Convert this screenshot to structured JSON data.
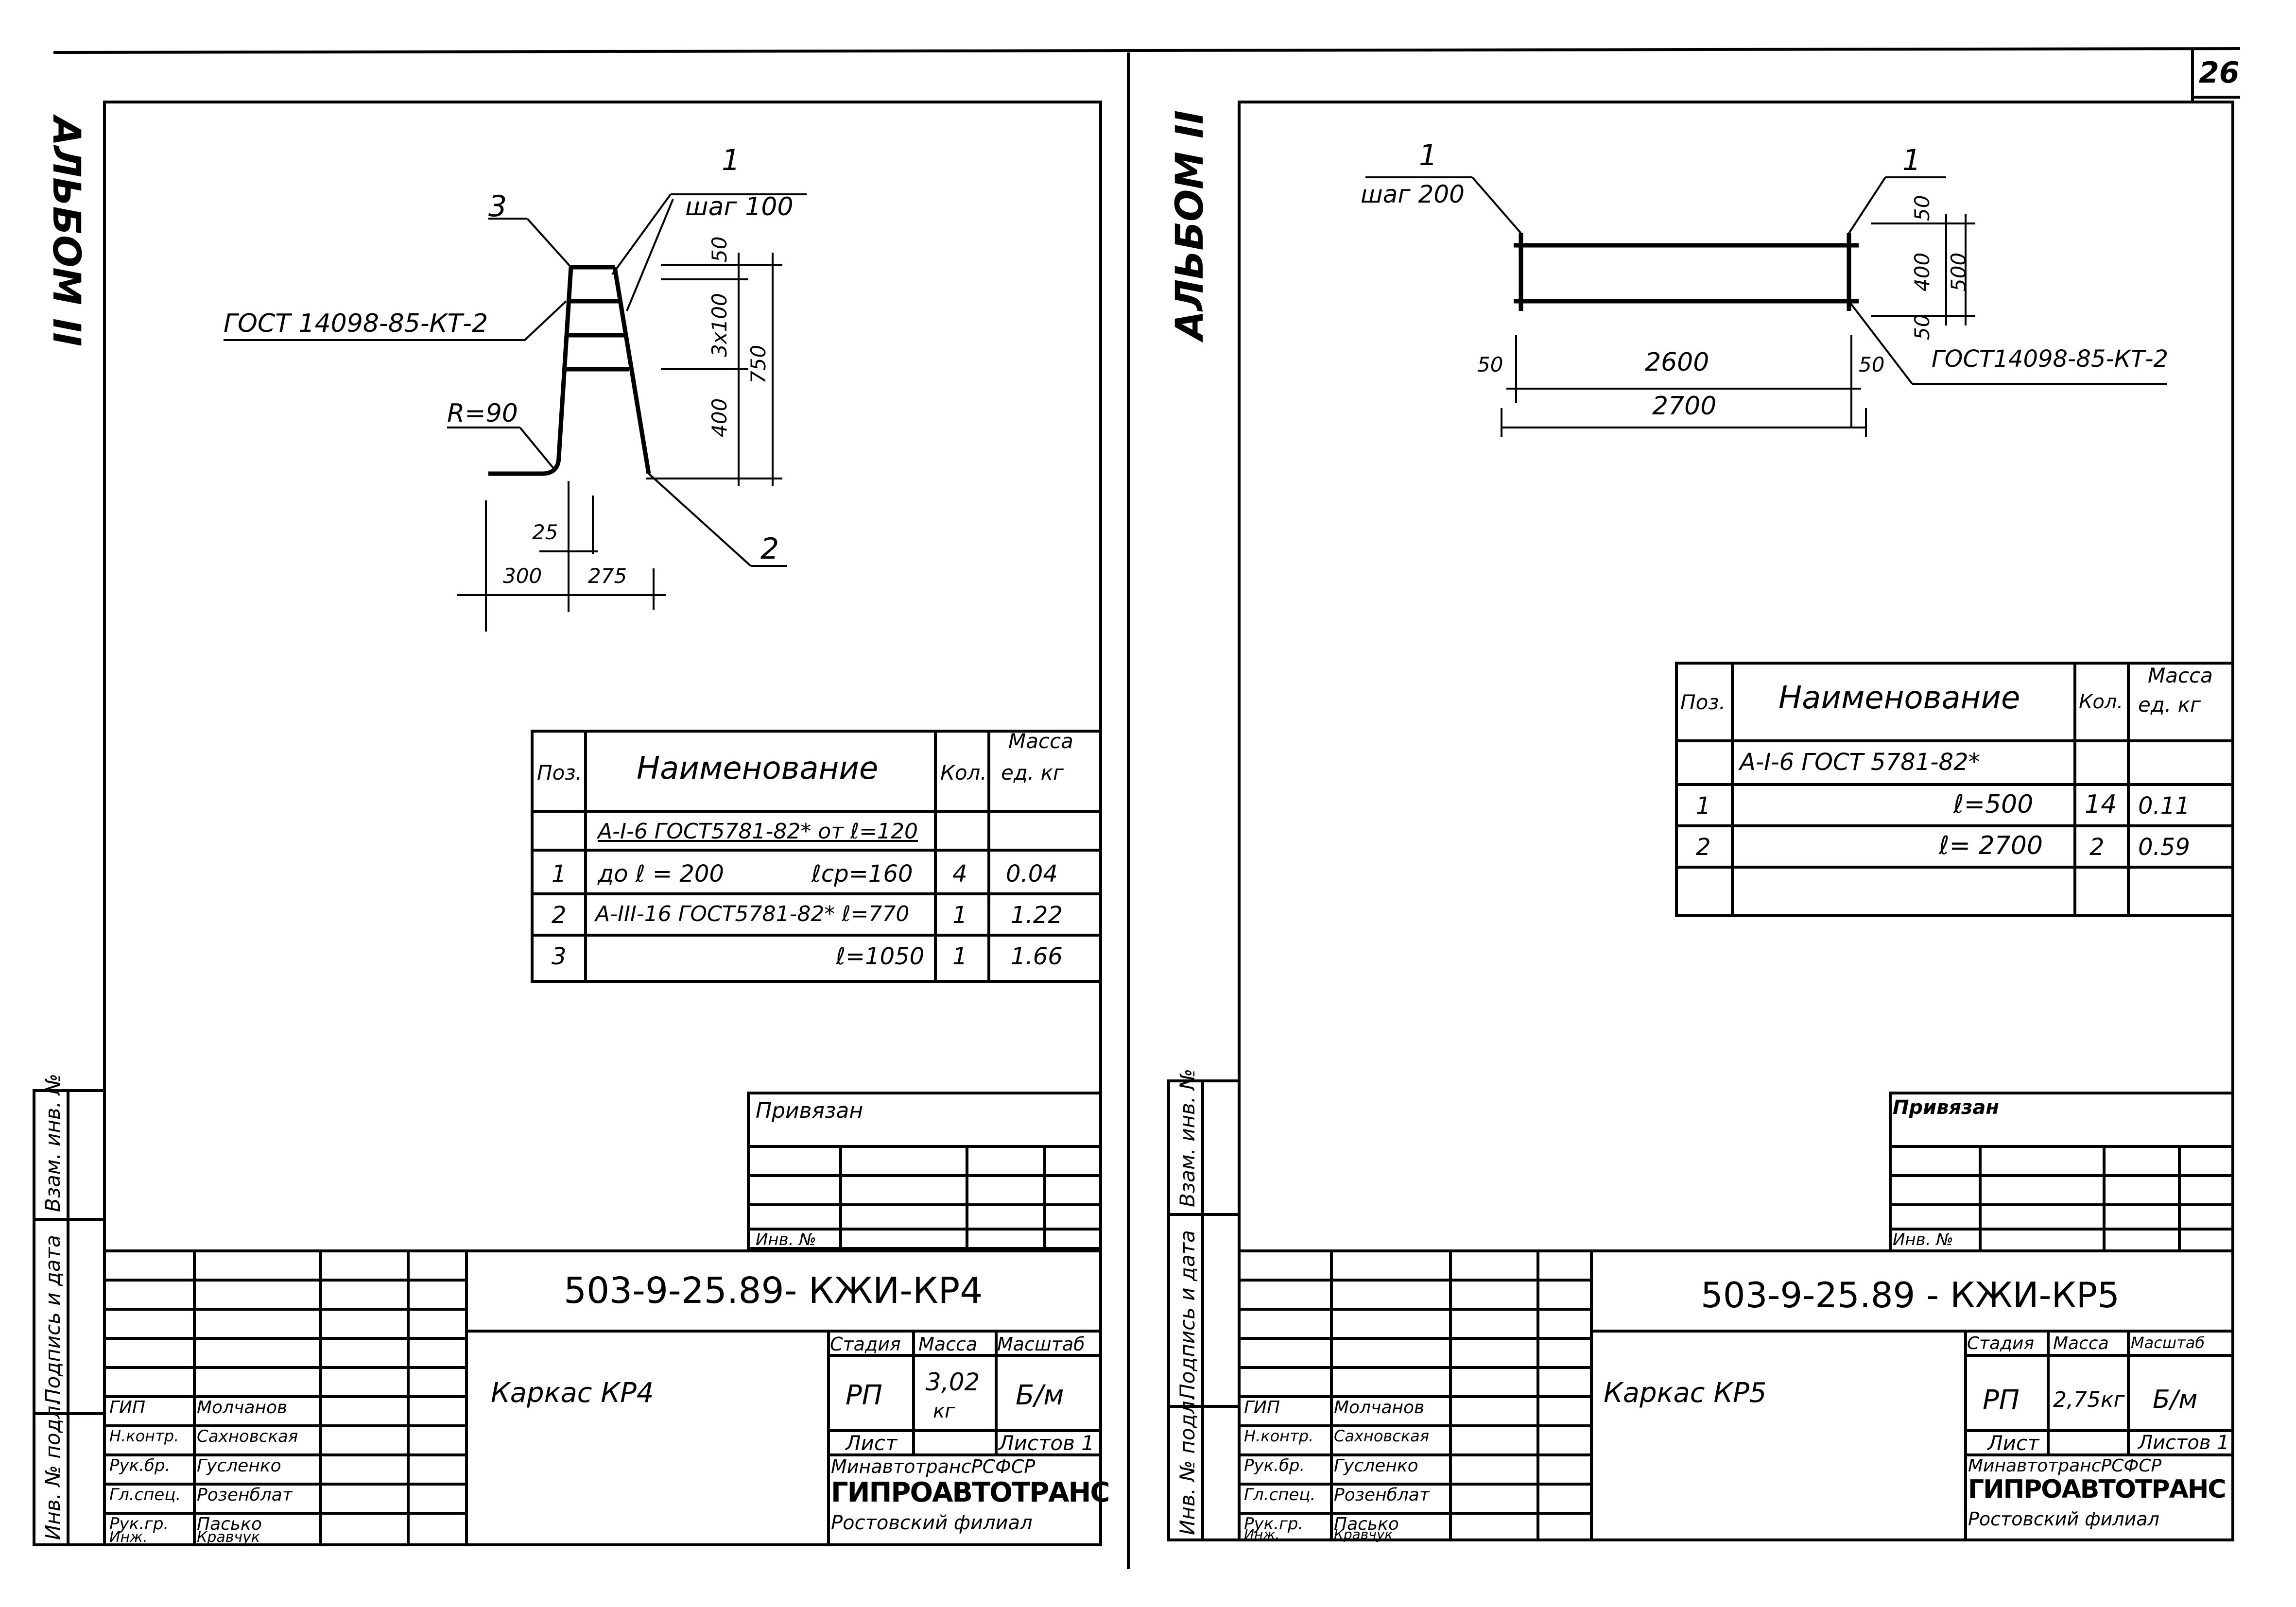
{
  "page_number": "26",
  "left": {
    "album_label": "АЛЬБОМ II",
    "drawing": {
      "pos1": "1",
      "pos2": "2",
      "pos3": "3",
      "step": "шаг 100",
      "weld": "ГОСТ 14098-85-КТ-2",
      "radius": "R=90",
      "d_50": "50",
      "d_3x100": "3x100",
      "d_400": "400",
      "d_750": "750",
      "d_25": "25",
      "d_300": "300",
      "d_275": "275"
    },
    "spec": {
      "headers": [
        "Поз.",
        "Наименование",
        "Кол.",
        "Масса",
        "ед. кг"
      ],
      "group": "А-I-6 ГОСТ5781-82* от ℓ=120",
      "rows": [
        {
          "pos": "1",
          "name": "до ℓ = 200",
          "detail": "ℓср=160",
          "qty": "4",
          "mass": "0.04"
        },
        {
          "pos": "2",
          "name": "А-III-16 ГОСТ5781-82* ℓ=770",
          "detail": "",
          "qty": "1",
          "mass": "1.22"
        },
        {
          "pos": "3",
          "name": "",
          "detail": "ℓ=1050",
          "qty": "1",
          "mass": "1.66"
        }
      ]
    },
    "privyazan": "Привязан",
    "inv_no": "Инв. №",
    "side": {
      "vzam": "Взам. инв. №",
      "podp": "Подпись и дата",
      "inv": "Инв. № подл."
    },
    "stamp": {
      "code": "503-9-25.89- КЖИ-КР4",
      "title": "Каркас КР4",
      "stage_label": "Стадия",
      "mass_label": "Масса",
      "scale_label": "Масштаб",
      "stage": "РП",
      "mass": "3,02",
      "mass_unit": "кг",
      "scale": "Б/м",
      "sheet_label": "Лист",
      "sheets_label": "Листов 1",
      "org1": "МинавтотрансРСФСР",
      "org2": "ГИПРОАВТОТРАНС",
      "org3": "Ростовский филиал",
      "people": [
        {
          "role": "ГИП",
          "name": "Молчанов"
        },
        {
          "role": "Н.контр.",
          "name": "Сахновская"
        },
        {
          "role": "Рук.бр.",
          "name": "Гусленко"
        },
        {
          "role": "Гл.спец.",
          "name": "Розенблат"
        },
        {
          "role": "Рук.гр.",
          "name": "Пасько"
        },
        {
          "role": "Инж.",
          "name": "Кравчук"
        }
      ]
    }
  },
  "right": {
    "album_label": "АЛЬБОМ II",
    "drawing": {
      "pos1a": "1",
      "pos1b": "1",
      "step": "шаг 200",
      "weld": "ГОСТ14098-85-КТ-2",
      "d_50t": "50",
      "d_400": "400",
      "d_500": "500",
      "d_50b": "50",
      "d_50l": "50",
      "d_2600": "2600",
      "d_50r": "50",
      "d_2700": "2700"
    },
    "spec": {
      "headers": [
        "Поз.",
        "Наименование",
        "Кол.",
        "Масса",
        "ед. кг"
      ],
      "group": "А-I-6 ГОСТ 5781-82*",
      "rows": [
        {
          "pos": "1",
          "name": "ℓ=500",
          "qty": "14",
          "mass": "0.11"
        },
        {
          "pos": "2",
          "name": "ℓ= 2700",
          "qty": "2",
          "mass": "0.59"
        }
      ]
    },
    "privyazan": "Привязан",
    "inv_no": "Инв. №",
    "side": {
      "vzam": "Взам. инв. №",
      "podp": "Подпись и дата",
      "inv": "Инв. № подл."
    },
    "stamp": {
      "code": "503-9-25.89 - КЖИ-КР5",
      "title": "Каркас КР5",
      "stage_label": "Стадия",
      "mass_label": "Масса",
      "scale_label": "Масштаб",
      "stage": "РП",
      "mass": "2,75кг",
      "scale": "Б/м",
      "sheet_label": "Лист",
      "sheets_label": "Листов 1",
      "org1": "МинавтотрансРСФСР",
      "org2": "ГИПРОАВТОТРАНС",
      "org3": "Ростовский филиал",
      "people": [
        {
          "role": "ГИП",
          "name": "Молчанов"
        },
        {
          "role": "Н.контр.",
          "name": "Сахновская"
        },
        {
          "role": "Рук.бр.",
          "name": "Гусленко"
        },
        {
          "role": "Гл.спец.",
          "name": "Розенблат"
        },
        {
          "role": "Рук.гр.",
          "name": "Пасько"
        },
        {
          "role": "Инж.",
          "name": "Кравчук"
        }
      ]
    }
  }
}
